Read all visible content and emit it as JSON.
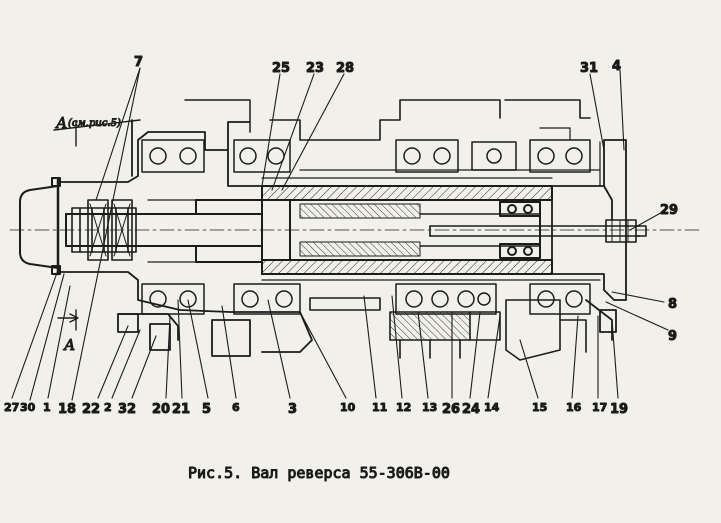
{
  "caption": "Рис.5.  Вал реверса 55-306В-00",
  "view_marker": {
    "letter": "А",
    "reference": "(см.рис.5)",
    "section_letter": "А"
  },
  "callouts_top": [
    "7",
    "25",
    "23",
    "28",
    "31",
    "4",
    "29"
  ],
  "callouts_right": [
    "8",
    "9"
  ],
  "callouts_bottom": [
    "27",
    "30",
    "1",
    "18",
    "22",
    "2",
    "32",
    "20",
    "21",
    "5",
    "6",
    "3",
    "10",
    "11",
    "12",
    "13",
    "26",
    "24",
    "14",
    "15",
    "16",
    "17",
    "19"
  ]
}
